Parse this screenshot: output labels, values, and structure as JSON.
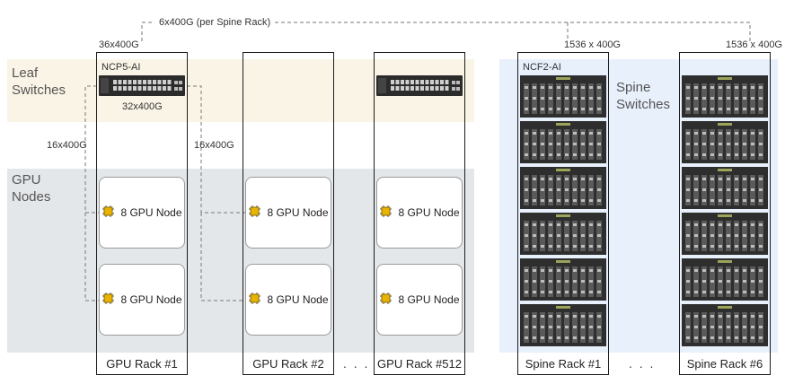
{
  "rows": {
    "leaf_label": "Leaf\nSwitches",
    "gpu_label": "GPU\nNodes",
    "spine_label": "Spine\nSwitches"
  },
  "links": {
    "top_link": "6x400G (per Spine Rack)",
    "leaf_uplink": "36x400G",
    "leaf_downlink": "32x400G",
    "node_link_left": "16x400G",
    "node_link_right": "16x400G",
    "spine_capacity_1": "1536 x 400G",
    "spine_capacity_2": "1536 x 400G"
  },
  "devices": {
    "leaf_model": "NCP5-AI",
    "spine_model": "NCF2-AI",
    "node_label": "8 GPU Node"
  },
  "racks": {
    "gpu_rack_1": "GPU Rack #1",
    "gpu_rack_2": "GPU Rack #2",
    "gpu_rack_last": "GPU Rack #512",
    "spine_rack_1": "Spine Rack #1",
    "spine_rack_last": "Spine Rack #6",
    "ellipsis": ". . ."
  },
  "colors": {
    "leaf_band": "#faf4e6",
    "gpu_band": "#e4e7ea",
    "spine_band": "#e8f0fc",
    "chip_icon": "#e8b400"
  }
}
